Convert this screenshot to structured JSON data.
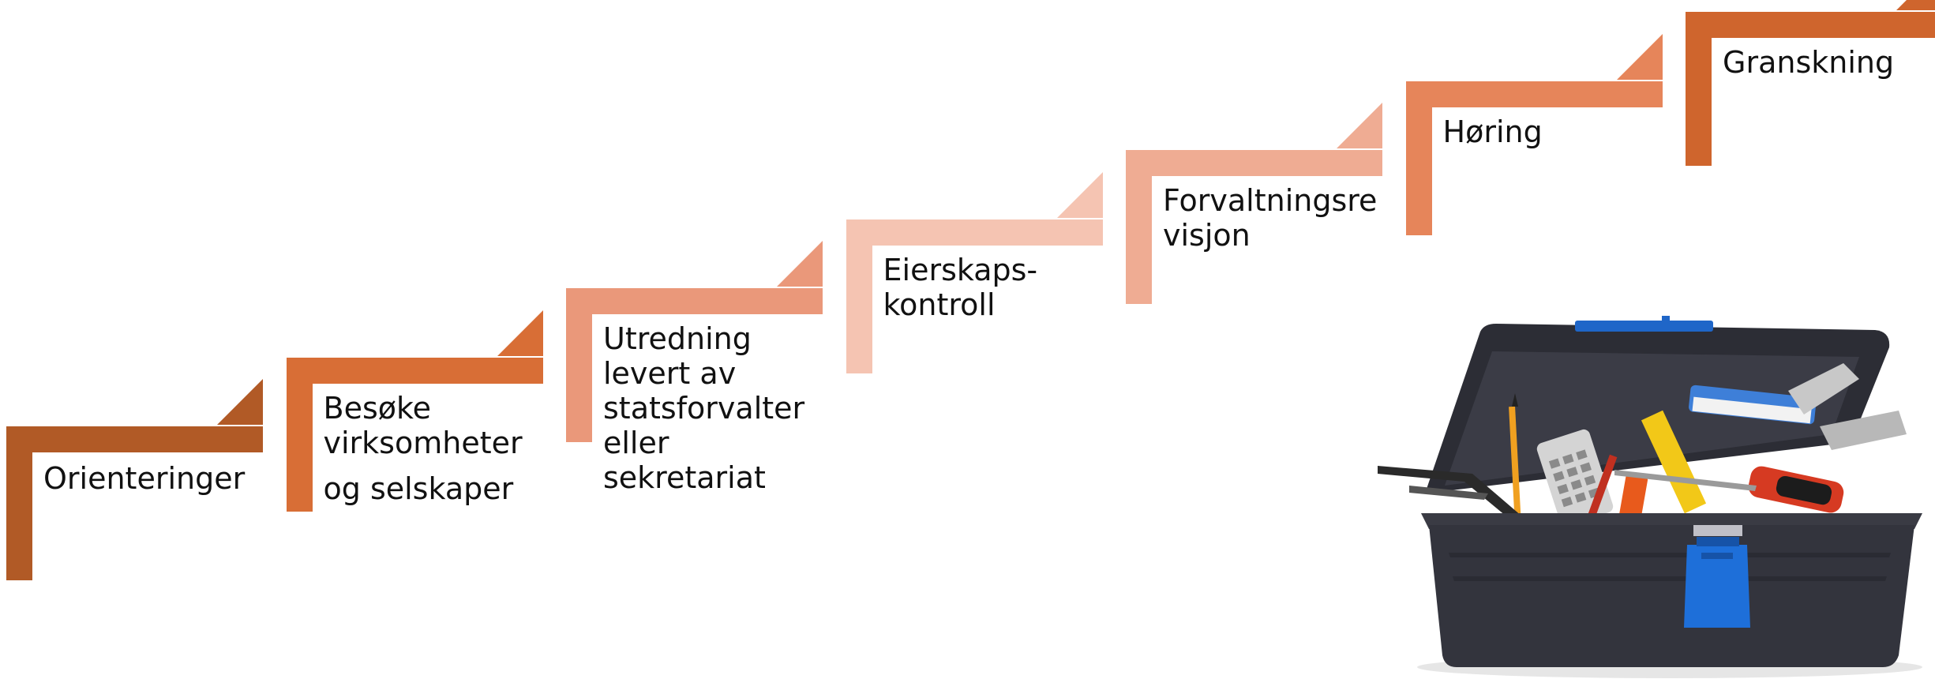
{
  "steps": [
    {
      "lines": [
        "Orienteringer"
      ],
      "color": "#b15a26"
    },
    {
      "lines": [
        "Besøke",
        "virksomheter",
        "og selskaper"
      ],
      "color": "#d86e36"
    },
    {
      "lines": [
        "Utredning",
        "levert av",
        "statsforvalter",
        "eller",
        "sekretariat"
      ],
      "color": "#ea987a"
    },
    {
      "lines": [
        "Eierskaps-",
        "kontroll"
      ],
      "color": "#f5c4b2"
    },
    {
      "lines": [
        "Forvaltningsre",
        "visjon"
      ],
      "color": "#efac93"
    },
    {
      "lines": [
        "Høring"
      ],
      "color": "#e6855a"
    },
    {
      "lines": [
        "Granskning"
      ],
      "color": "#cf652d"
    }
  ],
  "image": {
    "subject": "toolbox"
  }
}
